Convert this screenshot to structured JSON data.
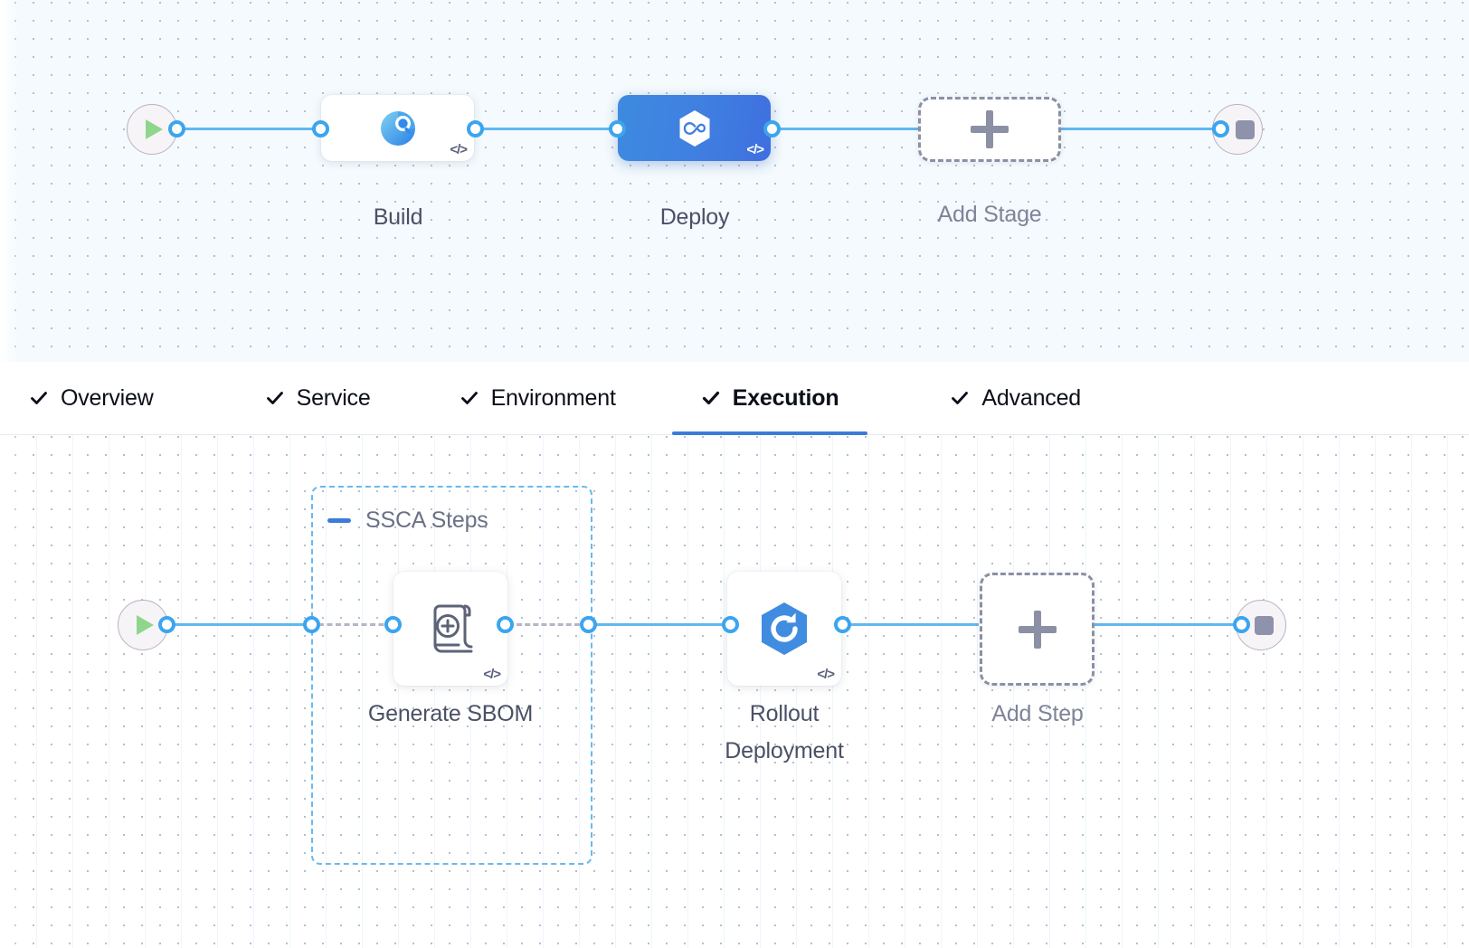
{
  "stage_canvas": {
    "start_node": {
      "name": "pipeline-start",
      "icon": "play-icon"
    },
    "end_node": {
      "name": "pipeline-end",
      "icon": "stop-icon"
    },
    "stages": [
      {
        "label": "Build",
        "icon": "build-pie-search-icon",
        "selected": false,
        "code_badge": "</>"
      },
      {
        "label": "Deploy",
        "icon": "harness-hexagon-infinity-icon",
        "selected": true,
        "code_badge": "</>"
      }
    ],
    "add_stage": {
      "label": "Add Stage",
      "icon": "plus-icon"
    }
  },
  "tabs": [
    {
      "label": "Overview",
      "icon": "check-icon",
      "active": false
    },
    {
      "label": "Service",
      "icon": "check-icon",
      "active": false
    },
    {
      "label": "Environment",
      "icon": "check-icon",
      "active": false
    },
    {
      "label": "Execution",
      "icon": "check-icon",
      "active": true
    },
    {
      "label": "Advanced",
      "icon": "check-icon",
      "active": false
    }
  ],
  "execution_canvas": {
    "start_node": {
      "name": "execution-start",
      "icon": "play-icon"
    },
    "end_node": {
      "name": "execution-end",
      "icon": "stop-icon"
    },
    "group": {
      "title": "SSCA Steps",
      "collapse_icon": "minus-icon"
    },
    "steps": [
      {
        "label": "Generate SBOM",
        "icon": "sbom-scroll-plus-icon",
        "code_badge": "</>",
        "in_group": true
      },
      {
        "label": "Rollout\nDeployment",
        "label_line1": "Rollout",
        "label_line2": "Deployment",
        "icon": "rollout-hexagon-refresh-icon",
        "code_badge": "</>",
        "in_group": false
      }
    ],
    "add_step": {
      "label": "Add Step",
      "icon": "plus-icon"
    }
  },
  "colors": {
    "accent_blue": "#3d7bd9",
    "edge_blue": "#61b7f0",
    "port_blue": "#3ba5ef",
    "group_dashed_blue": "#69b9ee",
    "add_node_gray": "#8b90a4",
    "label_gray": "#4b5066",
    "canvas_top_bg": "#f4fafd",
    "canvas_bottom_bg": "#ffffff",
    "play_green": "#8fd68c",
    "stop_gray": "#8f92ab"
  }
}
